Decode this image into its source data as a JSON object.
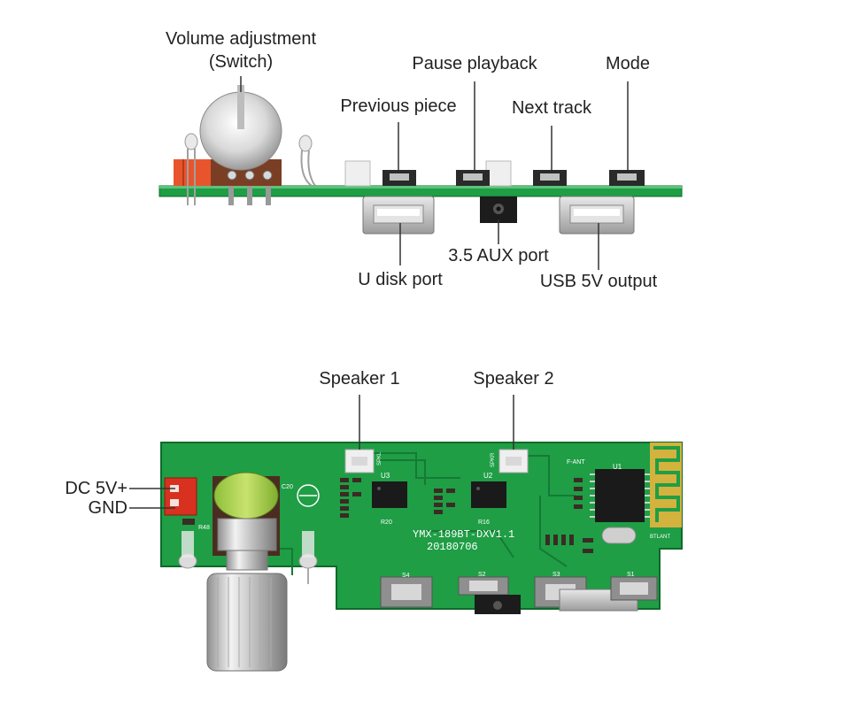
{
  "top_view": {
    "labels": {
      "volume_line1": "Volume adjustment",
      "volume_line2": "(Switch)",
      "pause_playback": "Pause playback",
      "mode": "Mode",
      "previous_piece": "Previous piece",
      "next_track": "Next track",
      "aux_port": "3.5 AUX port",
      "u_disk_port": "U disk port",
      "usb_output": "USB 5V output"
    }
  },
  "bottom_view": {
    "labels": {
      "speaker_1": "Speaker 1",
      "speaker_2": "Speaker 2",
      "dc_5v": "DC 5V+",
      "gnd": "GND"
    },
    "board_text": {
      "model": "YMX-189BT-DXV1.1",
      "date": "20180706",
      "u3": "U3",
      "u2": "U2",
      "u1": "U1",
      "s1": "S1",
      "s2": "S2",
      "s3": "S3",
      "s4": "S4",
      "spkr_l": "SPKL",
      "spkr_r": "SPKR",
      "f_ant": "F-ANT",
      "bt_ant": "BTLANT",
      "r48": "R48",
      "c20": "C20",
      "r20": "R20",
      "r16": "R16"
    }
  },
  "colors": {
    "pcb_green": "#1f9e45",
    "pcb_dark": "#0f6a2b",
    "text": "#222222",
    "leader": "#333333"
  }
}
